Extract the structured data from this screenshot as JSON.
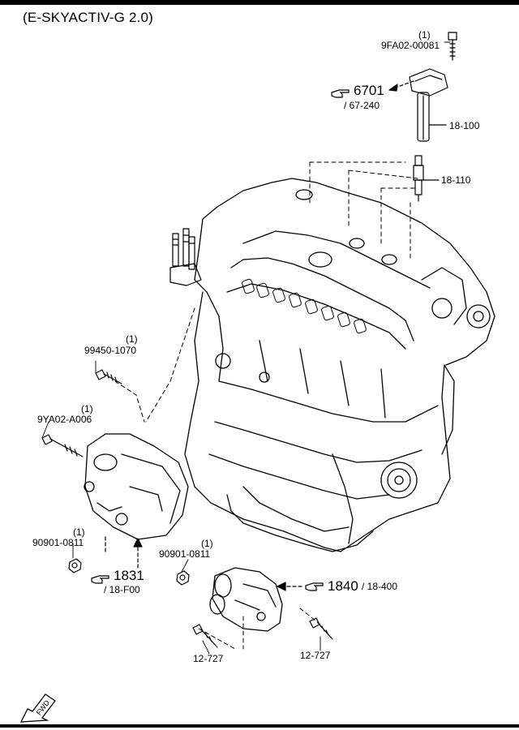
{
  "title": "(E-SKYACTIV-G 2.0)",
  "labels": {
    "bolt_top_qty": "(1)",
    "bolt_top_part": "9FA02-00081",
    "coil_part": "18-100",
    "plug_part": "18-110",
    "ref_6701": "6701",
    "ref_6701_sub": "/ 67-240",
    "stud_qty": "(1)",
    "stud_part": "99450-1070",
    "alt_bolt_qty": "(1)",
    "alt_bolt_part": "9YA02-A006",
    "nut_left_qty": "(1)",
    "nut_left_part": "90901-0811",
    "ref_1831": "1831",
    "ref_1831_sub": "/ 18-F00",
    "nut_mid_qty": "(1)",
    "nut_mid_part": "90901-0811",
    "ref_1840": "1840",
    "ref_1840_sub": "/ 18-400",
    "starter_bolt_left": "12-727",
    "starter_bolt_right": "12-727",
    "fwd": "FWD"
  },
  "icons": [
    "hand-pointer-icon",
    "fwd-arrow-icon"
  ]
}
